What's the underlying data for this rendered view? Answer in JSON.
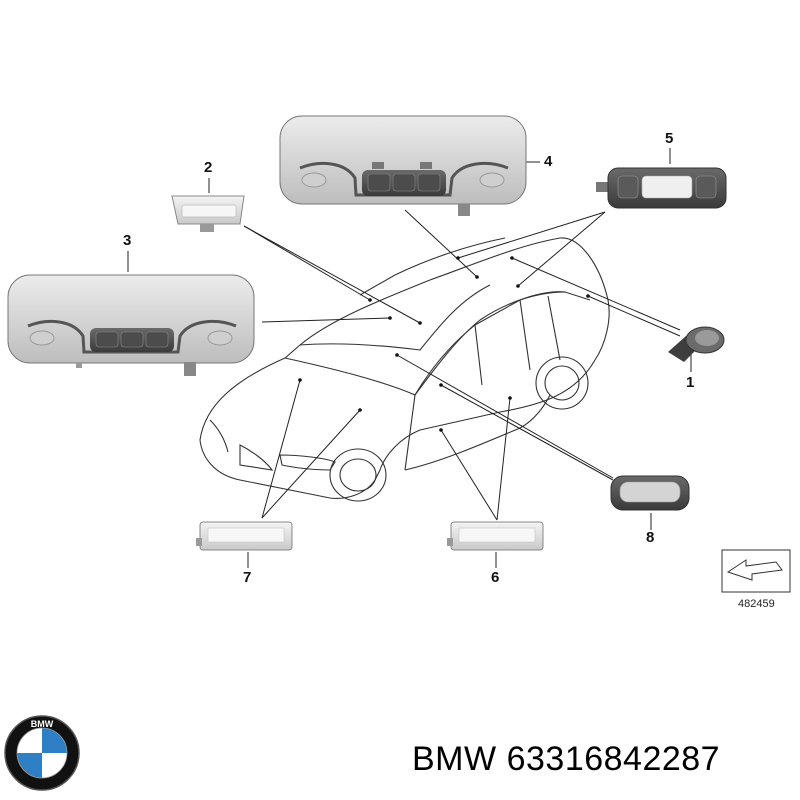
{
  "diagram": {
    "callouts": [
      {
        "id": "c1",
        "label": "1"
      },
      {
        "id": "c2",
        "label": "2"
      },
      {
        "id": "c3",
        "label": "3"
      },
      {
        "id": "c4",
        "label": "4"
      },
      {
        "id": "c5",
        "label": "5"
      },
      {
        "id": "c6",
        "label": "6"
      },
      {
        "id": "c7",
        "label": "7"
      },
      {
        "id": "c8",
        "label": "8"
      }
    ],
    "reference_number": "482459"
  },
  "footer": {
    "brand": "BMW",
    "part_number": "63316842287",
    "logo_letters": "BMW"
  },
  "colors": {
    "line": "#222222",
    "panel_fill": "#dcdcdc",
    "panel_dark": "#555555",
    "logo_blue": "#2f7fc4",
    "logo_black": "#111111"
  }
}
